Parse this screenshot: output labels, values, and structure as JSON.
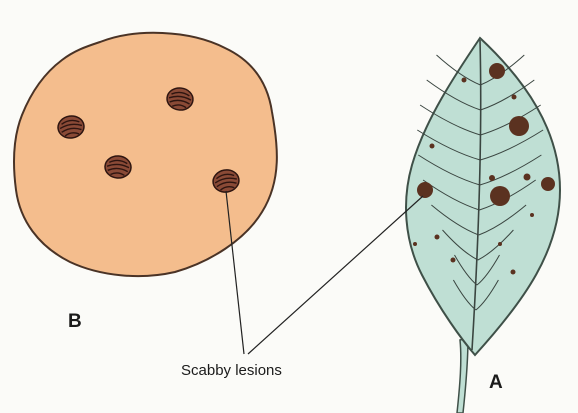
{
  "labels": {
    "potato": "B",
    "leaf": "A",
    "lesions_caption": "Scabby lesions"
  },
  "colors": {
    "potato_fill": "#f4bd8d",
    "potato_outline": "#4a3326",
    "lesion_fill": "#8a4a36",
    "lesion_ridge": "#2e1510",
    "leaf_fill": "#bfdfd4",
    "leaf_outline": "#3f5048",
    "leaf_vein": "#3a4540",
    "leaf_spot": "#5b3220",
    "leader_line": "#222222",
    "background": "#fbfbf8"
  }
}
